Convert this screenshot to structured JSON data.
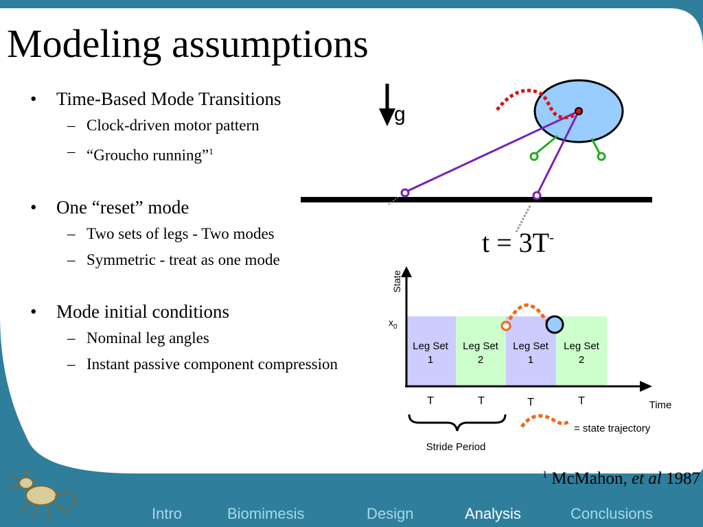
{
  "slide": {
    "title": "Modeling assumptions",
    "bullets": [
      {
        "text": "Time-Based Mode Transitions",
        "sub": [
          "Clock-driven motor pattern",
          "“Groucho running”"
        ]
      },
      {
        "text": "One “reset” mode",
        "sub": [
          "Two sets of legs - Two modes",
          "Symmetric - treat as one mode"
        ]
      },
      {
        "text": "Mode initial conditions",
        "sub": [
          "Nominal leg angles",
          "Instant passive component compression"
        ]
      }
    ],
    "footnote_marker": "1",
    "reference": {
      "marker": "1",
      "author": "McMahon, ",
      "etal": "et al",
      "year": " 1987"
    }
  },
  "diagram": {
    "gravity_label": "g",
    "time_label_main": "t = 3T",
    "time_label_sup": "-",
    "chart": {
      "y_axis_label": "State",
      "x_axis_label": "Time",
      "x0_label": "x",
      "x0_sub": "0",
      "blocks": [
        {
          "label1": "Leg Set",
          "label2": "1",
          "color": "#ccccff"
        },
        {
          "label1": "Leg Set",
          "label2": "2",
          "color": "#ccffcc"
        },
        {
          "label1": "Leg Set",
          "label2": "1",
          "color": "#ccccff"
        },
        {
          "label1": "Leg Set",
          "label2": "2",
          "color": "#ccffcc"
        }
      ],
      "period_labels": [
        "T",
        "T",
        "T",
        "T"
      ],
      "stride_label": "Stride Period",
      "legend_text": "= state trajectory"
    }
  },
  "nav": {
    "items": [
      "Intro",
      "Biomimesis",
      "Design",
      "Analysis",
      "Conclusions"
    ],
    "active": "Analysis",
    "colors": {
      "inactive": "#a8d8ea",
      "active": "#ffffff",
      "background": "#2f7f9c"
    }
  }
}
